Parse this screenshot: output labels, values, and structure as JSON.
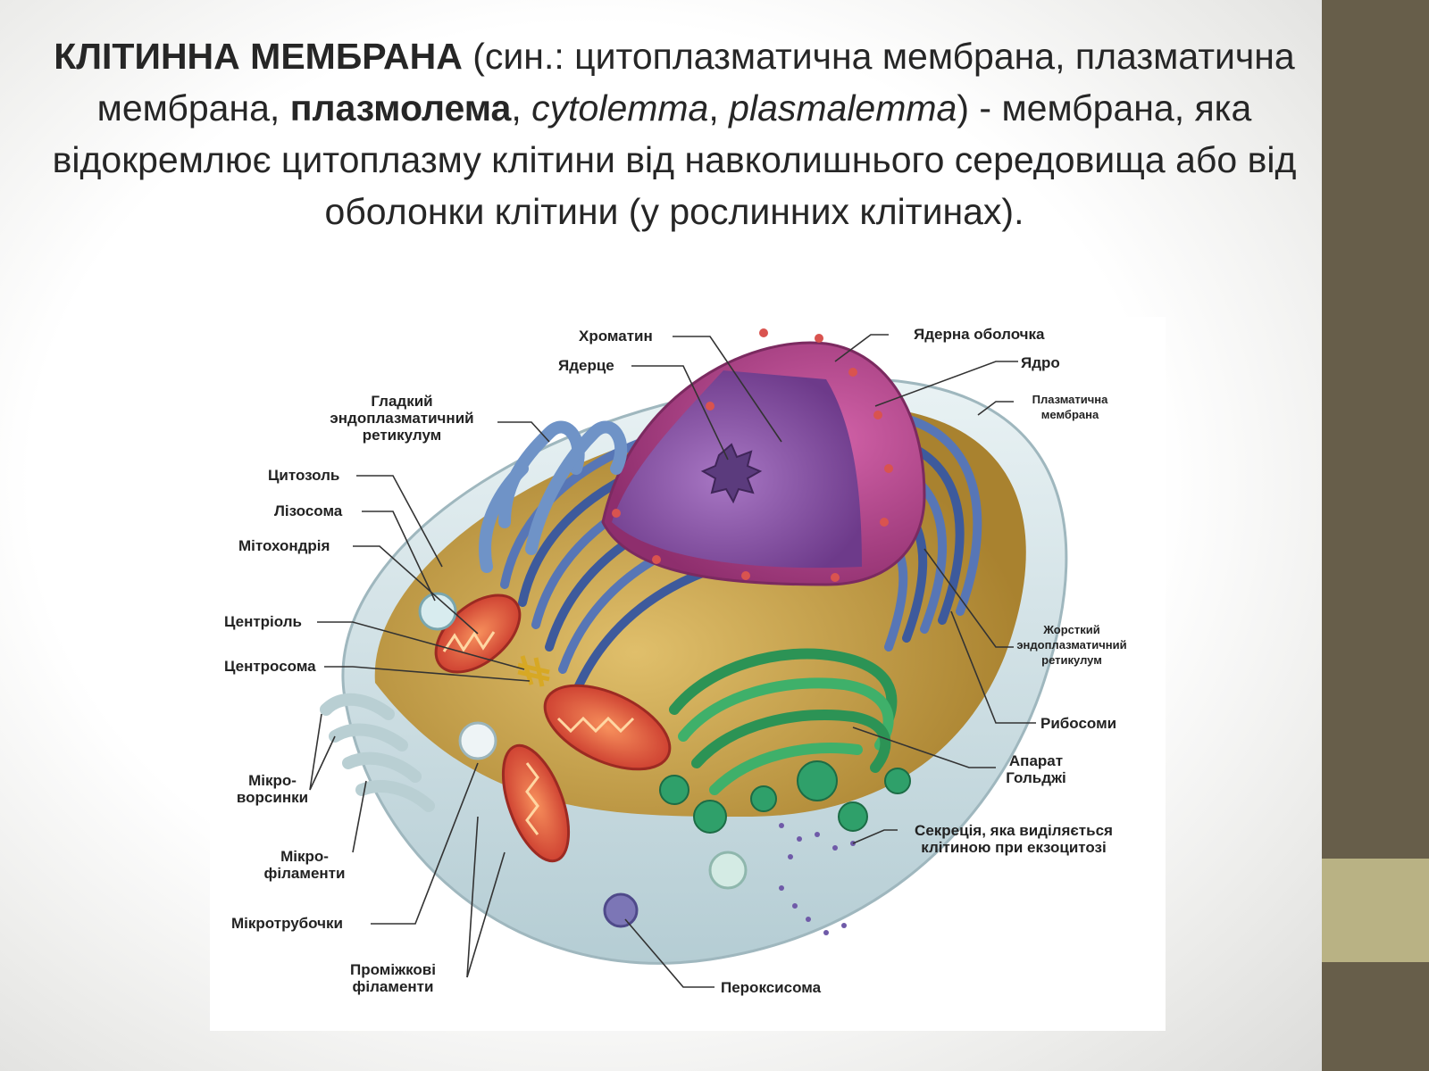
{
  "title": {
    "term": "КЛІТИННА МЕМБРАНА",
    "syn_open": " (син.: цитоплазматична мембрана, плазматична мембрана, ",
    "syn_bold": "плазмолема",
    "sep1": ", ",
    "latin1": "cytolemma",
    "sep2": ", ",
    "latin2": "plasmalemma",
    "rest": ") - мембрана, яка відокремлює цитоплазму клітини від навколишнього середовища або від оболонки клітини (у рослинних клітинах)."
  },
  "labels": {
    "chromatin": "Хроматин",
    "nucleolus": "Ядерце",
    "nuclear_envelope": "Ядерна оболочка",
    "nucleus": "Ядро",
    "plasma_membrane_1": "Плазматична",
    "plasma_membrane_2": "мембрана",
    "smooth_er_1": "Гладкий",
    "smooth_er_2": "эндоплазматичний",
    "smooth_er_3": "ретикулум",
    "cytosol": "Цитозоль",
    "lysosome": "Лізосома",
    "mitochondria": "Мітохондрія",
    "centriole": "Центріоль",
    "centrosome": "Центросома",
    "microvilli_1": "Мікро-",
    "microvilli_2": "ворсинки",
    "microfilaments_1": "Мікро-",
    "microfilaments_2": "філаменти",
    "microtubules": "Мікротрубочки",
    "intermediate_1": "Проміжкові",
    "intermediate_2": "філаменти",
    "peroxisome": "Пероксисома",
    "rough_er_1": "Жорсткий",
    "rough_er_2": "эндоплазматичний",
    "rough_er_3": "ретикулум",
    "ribosomes": "Рибосоми",
    "golgi_1": "Апарат",
    "golgi_2": "Гольджі",
    "secretion_1": "Секреція, яка виділяється",
    "secretion_2": "клітиною при екзоцитозі"
  },
  "colors": {
    "sidebar": "#675e4a",
    "sidebar_accent": "#b9b284",
    "nucleus": "#8a4fa0",
    "nuclear_envelope": "#b0407e",
    "rough_er": "#4a67a8",
    "golgi": "#2e9a58",
    "mitochondria": "#e0503a",
    "cytosol": "#c9a24a"
  }
}
